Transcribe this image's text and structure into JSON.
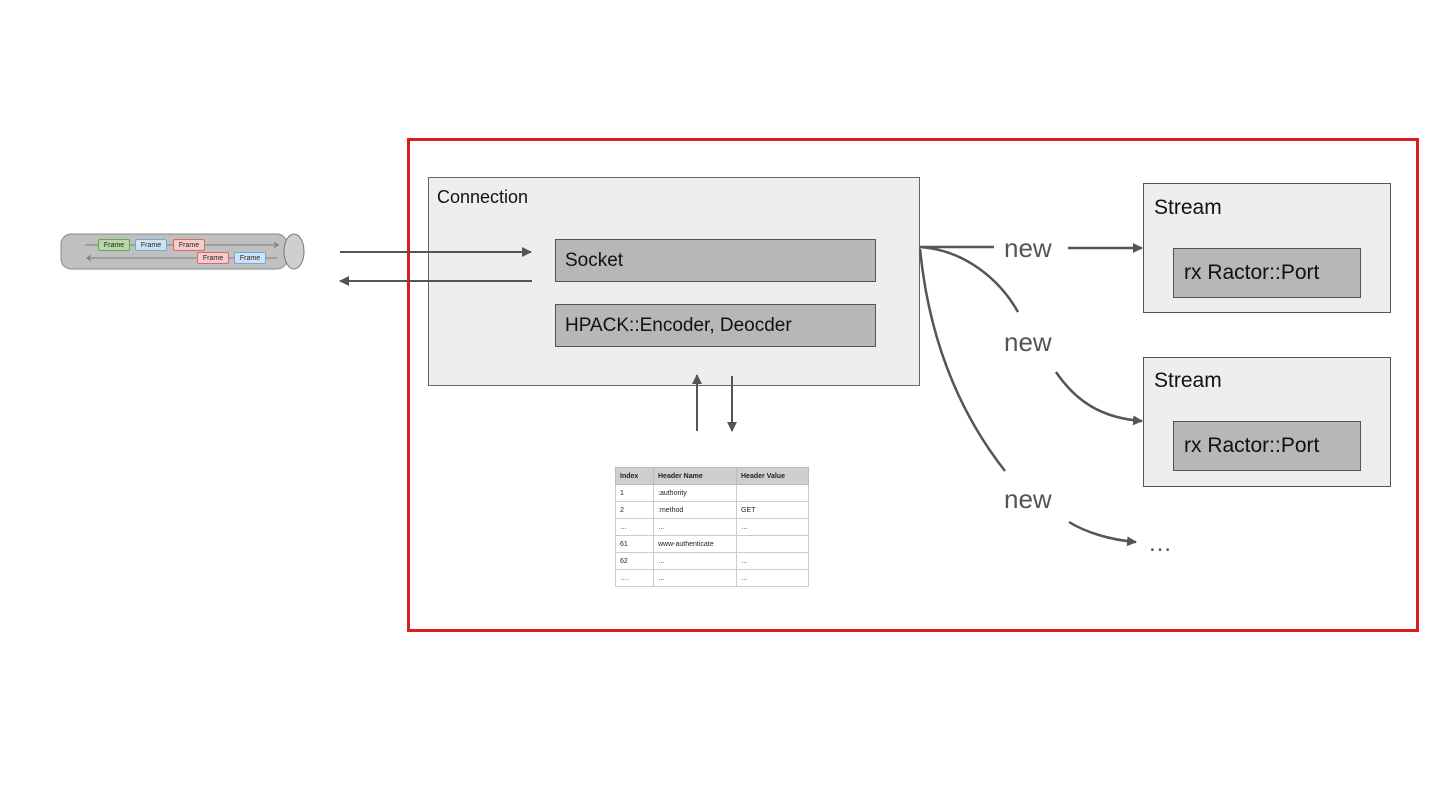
{
  "colors": {
    "frame_border": "#d81e1e",
    "box_fill": "#eeeeee",
    "inner_fill": "#b7b7b7",
    "arrow": "#555555"
  },
  "tube": {
    "frames_top": [
      {
        "label": "Frame",
        "color": "#b6d7a8",
        "border": "#6aa84f"
      },
      {
        "label": "Frame",
        "color": "#cfe2f3",
        "border": "#6fa8dc"
      },
      {
        "label": "Frame",
        "color": "#f4cccc",
        "border": "#e06666"
      }
    ],
    "frames_bottom": [
      {
        "label": "Frame",
        "color": "#f4cccc",
        "border": "#e06666"
      },
      {
        "label": "Frame",
        "color": "#cfe2f3",
        "border": "#6fa8dc"
      }
    ]
  },
  "connection": {
    "title": "Connection",
    "socket_label": "Socket",
    "hpack_label": "HPACK::Encoder, Deocder"
  },
  "streams": [
    {
      "title": "Stream",
      "port_label": "rx Ractor::Port"
    },
    {
      "title": "Stream",
      "port_label": "rx Ractor::Port"
    }
  ],
  "new_labels": [
    "new",
    "new",
    "new"
  ],
  "ellipsis": "…",
  "header_table": {
    "columns": [
      "Index",
      "Header Name",
      "Header Value"
    ],
    "rows": [
      [
        "1",
        ":authority",
        ""
      ],
      [
        "2",
        ":method",
        "GET"
      ],
      [
        "…",
        "…",
        "…"
      ],
      [
        "61",
        "www-authenticate",
        ""
      ],
      [
        "62",
        "…",
        "…"
      ],
      [
        "….",
        "…",
        "…"
      ]
    ]
  }
}
